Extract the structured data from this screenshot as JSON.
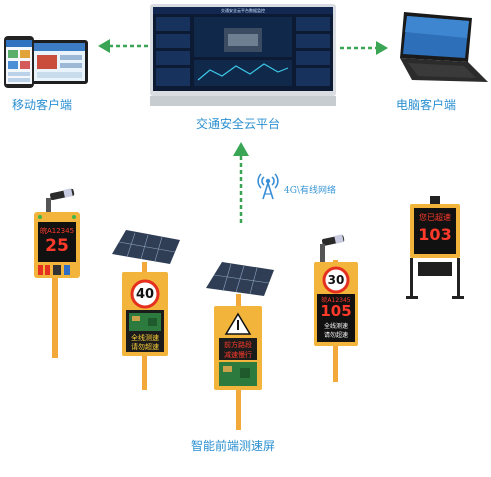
{
  "top": {
    "mobile_label": "移动客户端",
    "platform_label": "交通安全云平台",
    "pc_label": "电脑客户端",
    "monitor_title": "交通安全云平台数据监控"
  },
  "network": {
    "label": "4G\\有线网络"
  },
  "bottom": {
    "label": "智能前端测速屏"
  },
  "devices": {
    "sign1": {
      "plate": "皖A12345",
      "speed": "25"
    },
    "sign2": {
      "limit": "40",
      "line1": "全线测速",
      "line2": "请勿超速"
    },
    "sign3": {
      "line1": "前方路段",
      "line2": "减速慢行"
    },
    "sign4": {
      "limit": "30",
      "plate": "皖A12345",
      "speed": "105",
      "line1": "全线测速",
      "line2": "请勿超速"
    },
    "sign5": {
      "header": "您已超速",
      "speed": "103"
    }
  },
  "colors": {
    "accent_blue": "#2a8fd0",
    "arrow_green": "#3aa655",
    "panel_yellow": "#f2b43a",
    "led_red": "#e53020"
  }
}
